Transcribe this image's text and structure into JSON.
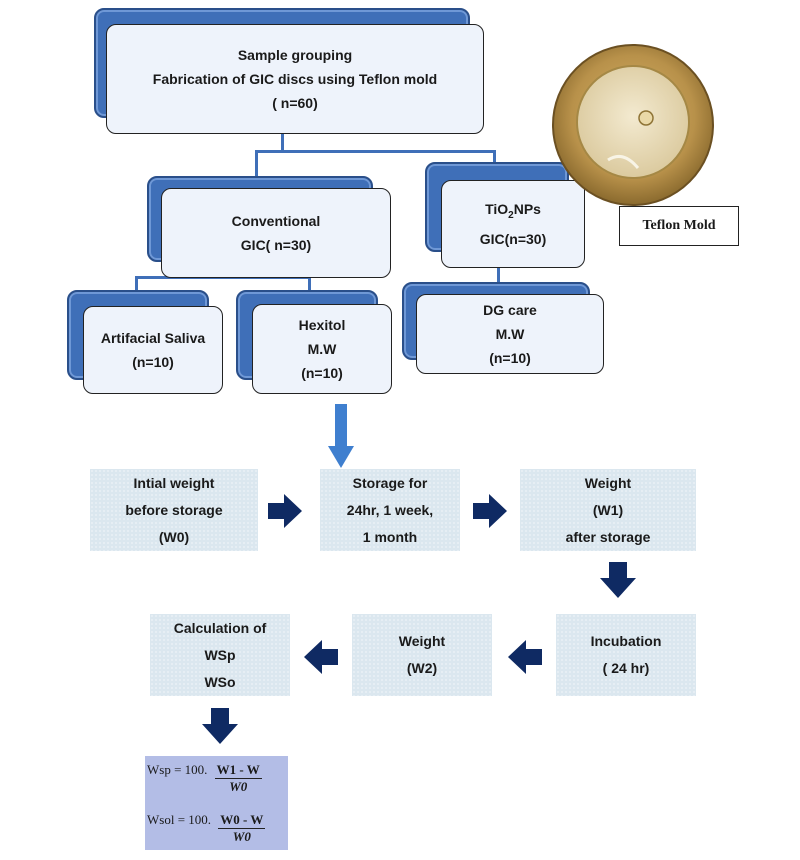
{
  "grouping": {
    "line1": "Sample grouping",
    "line2": "Fabrication of GIC discs using Teflon mold",
    "line3": "( n=60)"
  },
  "conventional": {
    "line1": "Conventional",
    "line2": "GIC( n=30)"
  },
  "tio2": {
    "prefix": "TiO",
    "sub": "2",
    "suffix": "NPs",
    "line2": "GIC(n=30)"
  },
  "saliva": {
    "line1": "Artifacial Saliva",
    "line2": "(n=10)"
  },
  "hexitol": {
    "line1": "Hexitol",
    "line2": "M.W",
    "line3": "(n=10)"
  },
  "dgcare": {
    "line1": "DG care",
    "line2": "M.W",
    "line3": "(n=10)"
  },
  "mold_caption": "Teflon Mold",
  "steps": {
    "initial": {
      "line1": "Intial weight",
      "line2": "before storage",
      "line3": "(W0)"
    },
    "storage": {
      "line1": "Storage for",
      "line2": "24hr, 1 week,",
      "line3": "1 month"
    },
    "w1": {
      "line1": "Weight",
      "line2": "(W1)",
      "line3": "after storage"
    },
    "incubation": {
      "line1": "Incubation",
      "line2": "( 24 hr)"
    },
    "w2": {
      "line1": "Weight",
      "line2": "(W2)"
    },
    "calc": {
      "line1": "Calculation of",
      "line2": "WSp",
      "line3": "WSo"
    }
  },
  "formula": {
    "wsp_label": "Wsp =",
    "wsp_coef": "100.",
    "wsp_num": "W1 - W",
    "wsp_den": "W0",
    "wsol_label": "Wsol =",
    "wsol_coef": "100.",
    "wsol_num": "W0 - W",
    "wsol_den": "W0"
  },
  "colors": {
    "box_blue": "#3f6fb8",
    "arrow_navy": "#0f2a63",
    "process_bg": "#dbe7ef",
    "formula_bg": "#b3bde6"
  }
}
